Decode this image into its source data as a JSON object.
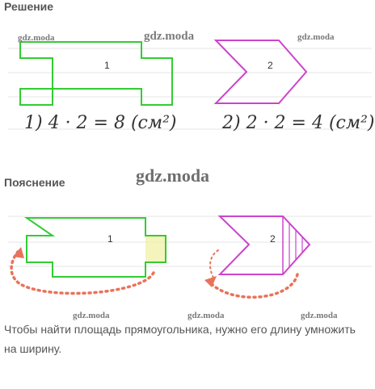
{
  "solution": {
    "heading": "Решение",
    "figure1_label": "1",
    "figure2_label": "2",
    "formula1": "1) 4 · 2 = 8 (см²)",
    "formula2": "2) 2 · 2 = 4 (см²)"
  },
  "explanation": {
    "heading": "Пояснение",
    "figure1_label": "1",
    "figure2_label": "2",
    "text": "Чтобы найти площадь прямоугольника, нужно его длину умножить на ширину."
  },
  "watermarks": {
    "small": "gdz.moda",
    "big": "gdz.moda"
  },
  "colors": {
    "green_outline": "#33cc33",
    "magenta_outline": "#cc44cc",
    "arrow": "#e8735a",
    "highlight": "#f0f0a0"
  }
}
